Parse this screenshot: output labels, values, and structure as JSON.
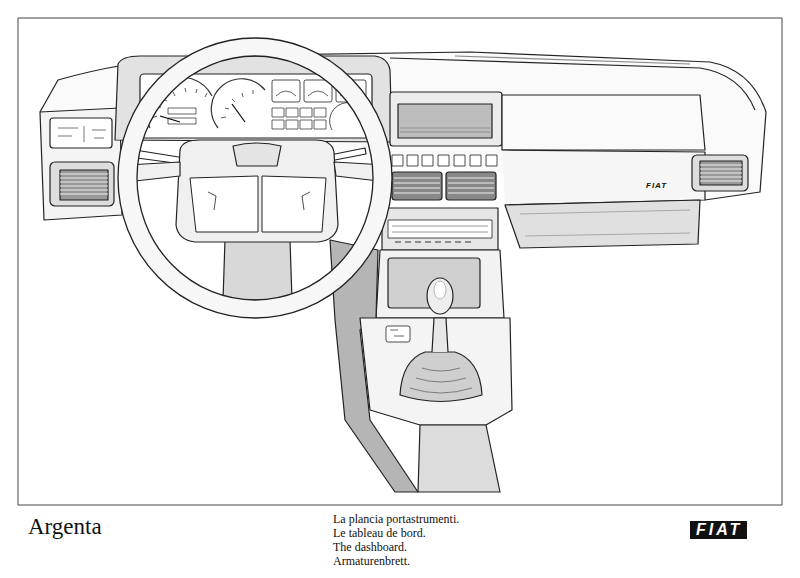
{
  "diagram": {
    "title": "Argenta",
    "labels": [
      "La plancia portastrumenti.",
      "Le tableau de bord.",
      "The dashboard.",
      "Armaturenbrett.",
      "FIAT",
      "FIAT"
    ]
  }
}
